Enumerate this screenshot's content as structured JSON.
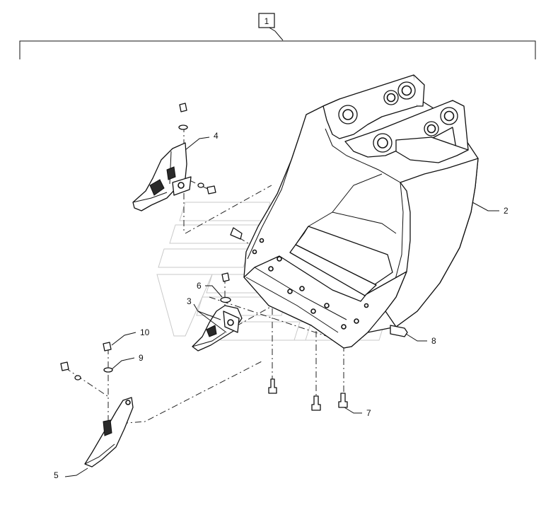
{
  "assembly": {
    "label": "1"
  },
  "callouts": [
    {
      "id": "part-2",
      "label": "2"
    },
    {
      "id": "part-3",
      "label": "3"
    },
    {
      "id": "part-4",
      "label": "4"
    },
    {
      "id": "part-5",
      "label": "5"
    },
    {
      "id": "part-6",
      "label": "6"
    },
    {
      "id": "part-7",
      "label": "7"
    },
    {
      "id": "part-8",
      "label": "8"
    },
    {
      "id": "part-9",
      "label": "9"
    },
    {
      "id": "part-10",
      "label": "10"
    }
  ]
}
